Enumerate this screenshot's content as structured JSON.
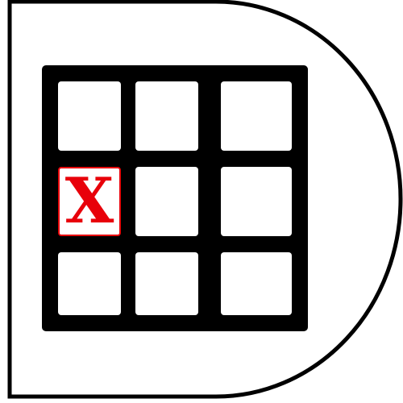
{
  "colors": {
    "background": "#ffffff",
    "board": "#000000",
    "frame": "#000000",
    "mark": "#e8000a"
  },
  "board": {
    "rows": 3,
    "cols": 3,
    "cells": [
      [
        "",
        "",
        ""
      ],
      [
        "X",
        "",
        ""
      ],
      [
        "",
        "",
        ""
      ]
    ]
  }
}
